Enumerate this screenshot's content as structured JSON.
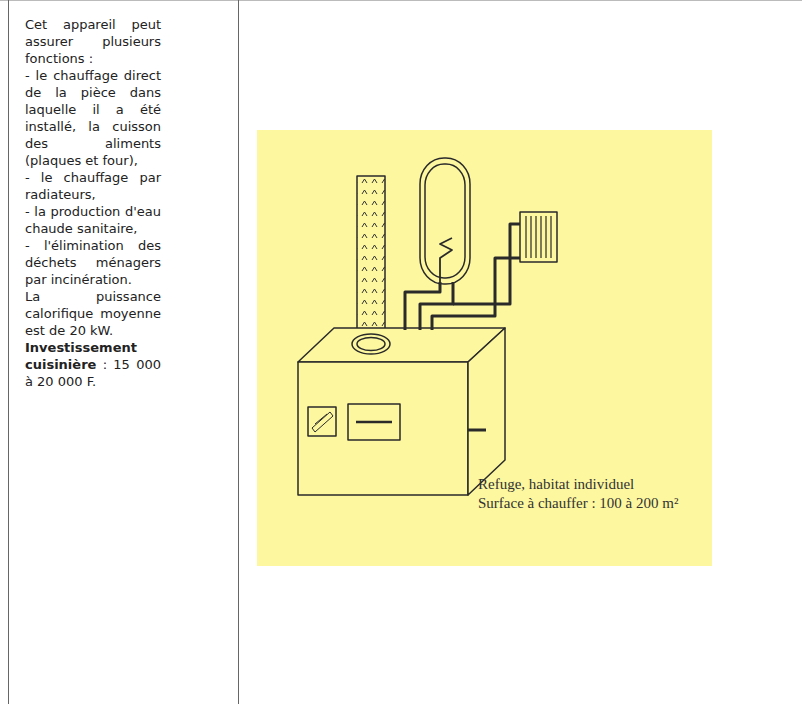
{
  "diagram": {
    "labels": [
      "Cet appareil peut assurer plusieurs fonctions :",
      "- le chauffage direct de la pièce dans laquelle il a été installé, la cuisson des aliments (plaques et four),",
      "- le chauffage par radiateurs,",
      "- la production d'eau chaude sanitaire,",
      "- l'élimination des déchets ménagers par incinération.",
      "La puissance calorifique moyenne est de 20 kW.",
      "Investissement cuisinière",
      ": 15 000 à 20 000 F.",
      "Refuge, habitat individuel",
      "Surface à chauffer : 100 à 200 m²"
    ]
  }
}
